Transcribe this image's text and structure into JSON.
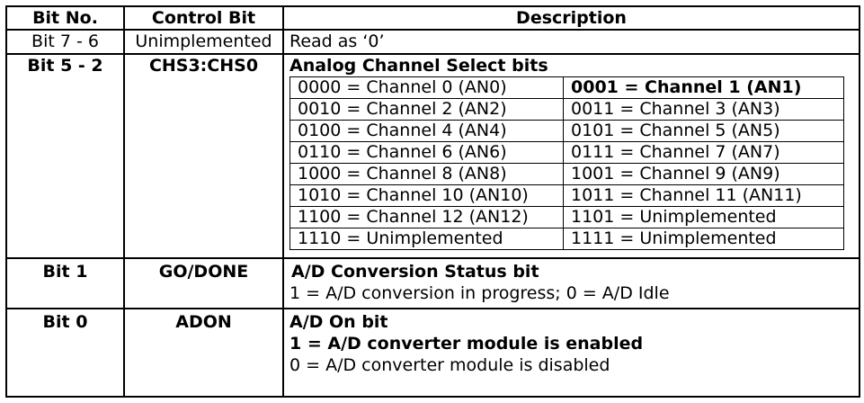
{
  "headers": {
    "bit_no": "Bit No.",
    "control_bit": "Control Bit",
    "description": "Description"
  },
  "rows": [
    {
      "bit": "Bit 7 - 6",
      "control": "Unimplemented",
      "desc": "Read as ‘0’"
    },
    {
      "bit": "Bit 5 - 2",
      "control": "CHS3:CHS0",
      "title": "Analog Channel Select bits"
    },
    {
      "bit": "Bit 1",
      "control": "GO/DONE",
      "title": "A/D Conversion Status bit",
      "line1": "1 = A/D conversion in progress; 0 = A/D Idle"
    },
    {
      "bit": "Bit 0",
      "control": "ADON",
      "title": "A/D On bit",
      "line1": "1 = A/D converter module is enabled",
      "line2": "0 = A/D converter module is disabled"
    }
  ],
  "channels": [
    [
      "0000 = Channel 0 (AN0)",
      "0001 = Channel 1 (AN1)"
    ],
    [
      "0010 = Channel 2 (AN2)",
      "0011 = Channel 3 (AN3)"
    ],
    [
      "0100 = Channel 4 (AN4)",
      "0101 = Channel 5 (AN5)"
    ],
    [
      "0110 = Channel 6 (AN6)",
      "0111 = Channel 7 (AN7)"
    ],
    [
      "1000 = Channel 8 (AN8)",
      "1001 = Channel 9 (AN9)"
    ],
    [
      "1010 = Channel 10 (AN10)",
      "1011 = Channel 11 (AN11)"
    ],
    [
      "1100 = Channel 12 (AN12)",
      "1101 = Unimplemented"
    ],
    [
      "1110 = Unimplemented",
      "1111 = Unimplemented"
    ]
  ]
}
